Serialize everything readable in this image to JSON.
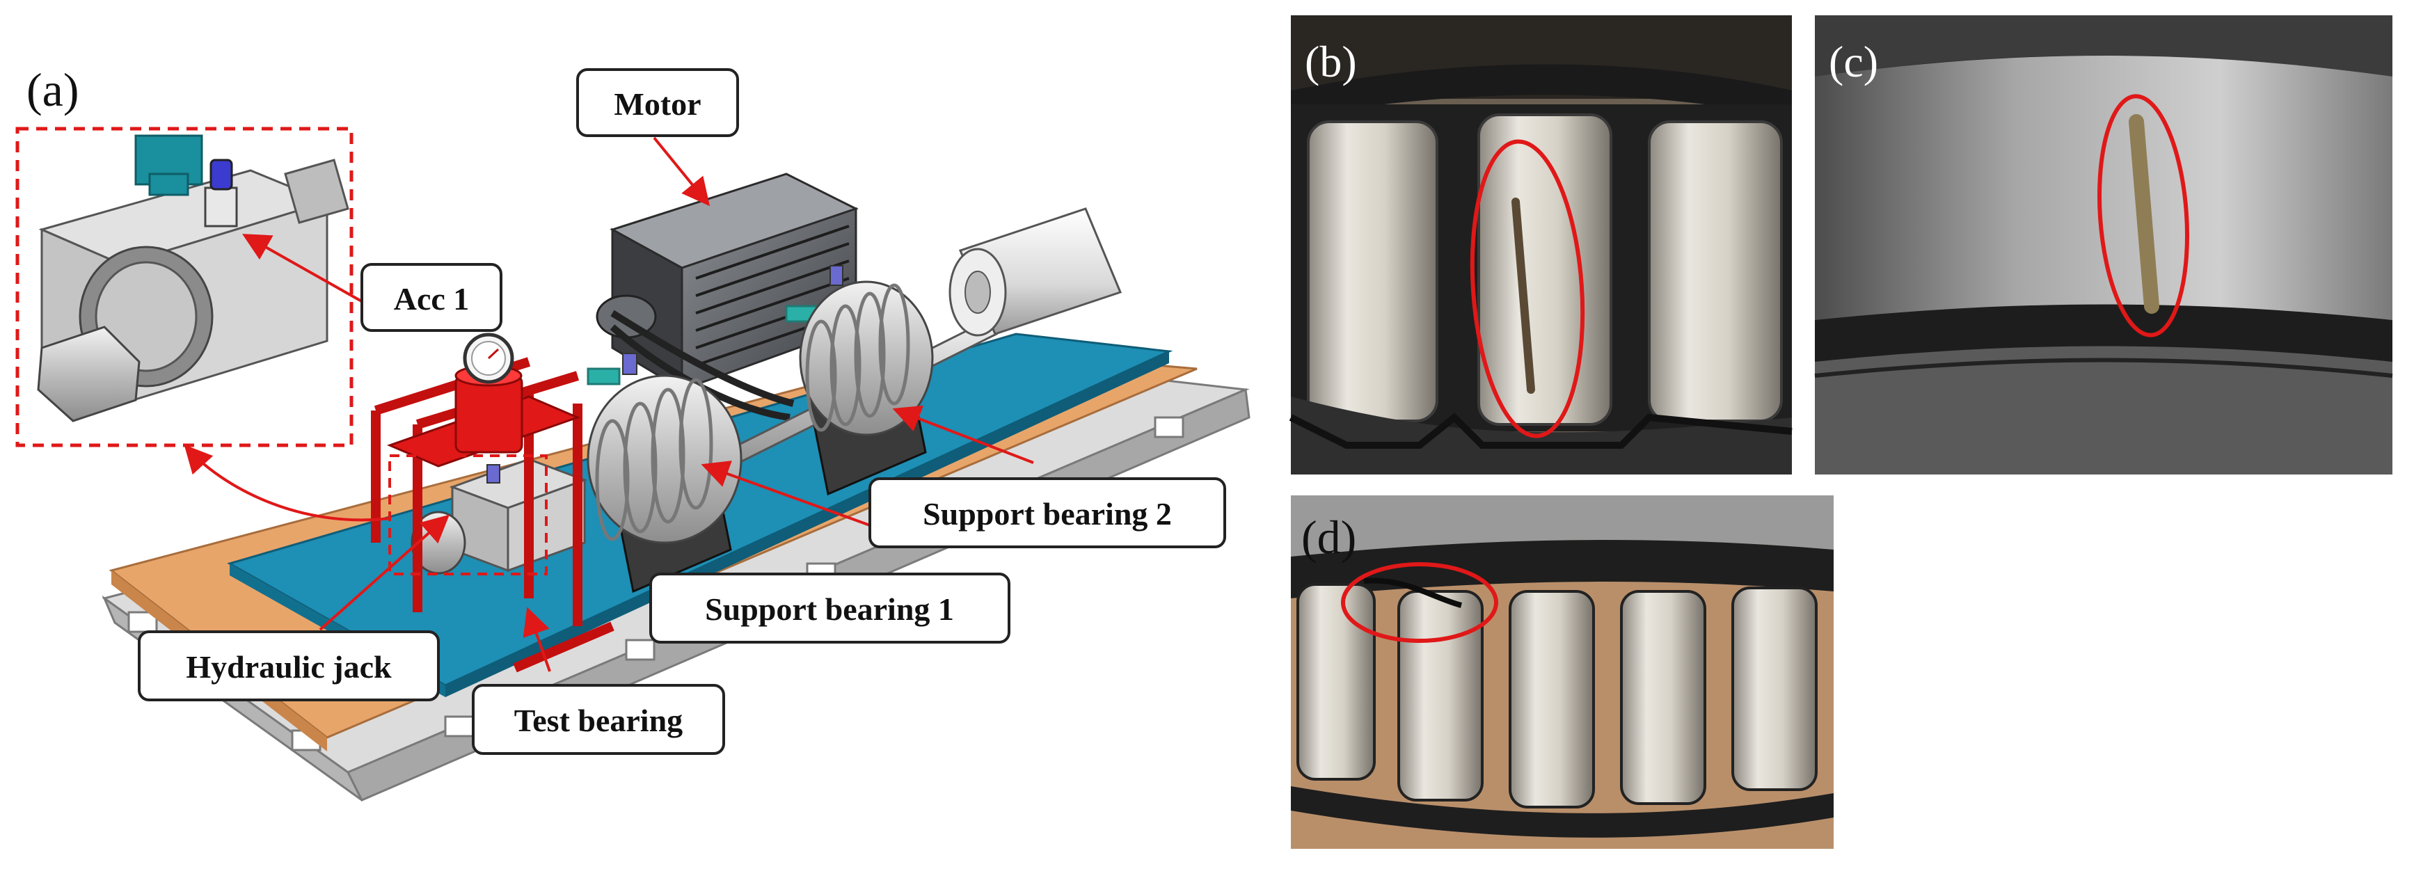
{
  "panels": {
    "a": {
      "letter": "(a)"
    },
    "b": {
      "letter": "(b)"
    },
    "c": {
      "letter": "(c)"
    },
    "d": {
      "letter": "(d)"
    }
  },
  "callouts": {
    "motor": "Motor",
    "acc1": "Acc 1",
    "support_bearing_2": "Support bearing 2",
    "support_bearing_1": "Support bearing 1",
    "hydraulic_jack": "Hydraulic jack",
    "test_bearing": "Test bearing"
  },
  "colors": {
    "accent_red": "#e01818",
    "platform_blue": "#1e8fb5",
    "wood": "#e8a56a",
    "frame_grey": "#c9c9c9",
    "metal": "#cfcfcf"
  },
  "icons": [
    "motor-icon",
    "accelerometer-icon",
    "pressure-gauge-icon",
    "hydraulic-jack-icon",
    "bearing-housing-icon"
  ]
}
